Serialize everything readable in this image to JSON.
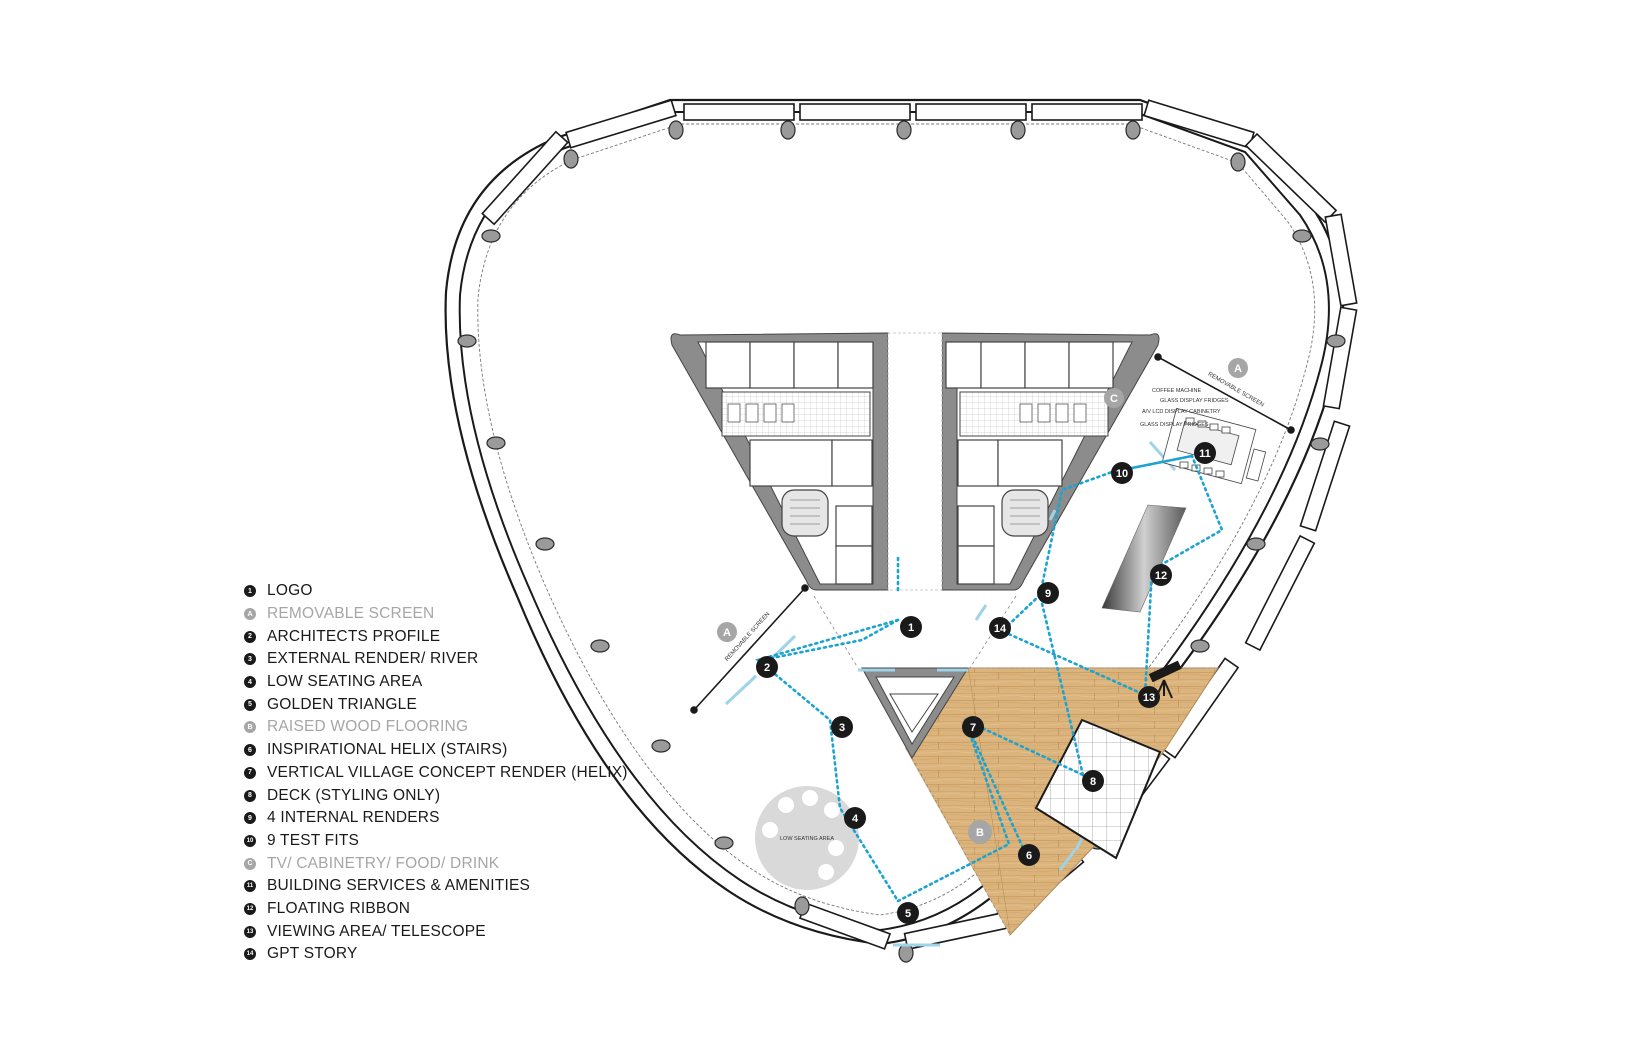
{
  "legend": [
    {
      "marker": "1",
      "label": "LOGO",
      "muted": false
    },
    {
      "marker": "A",
      "label": "REMOVABLE SCREEN",
      "muted": true
    },
    {
      "marker": "2",
      "label": "ARCHITECTS PROFILE",
      "muted": false
    },
    {
      "marker": "3",
      "label": "EXTERNAL RENDER/ RIVER",
      "muted": false
    },
    {
      "marker": "4",
      "label": "LOW SEATING AREA",
      "muted": false
    },
    {
      "marker": "5",
      "label": "GOLDEN TRIANGLE",
      "muted": false
    },
    {
      "marker": "B",
      "label": "RAISED WOOD FLOORING",
      "muted": true
    },
    {
      "marker": "6",
      "label": "INSPIRATIONAL HELIX (STAIRS)",
      "muted": false
    },
    {
      "marker": "7",
      "label": "VERTICAL VILLAGE CONCEPT RENDER (HELIX)",
      "muted": false
    },
    {
      "marker": "8",
      "label": "DECK (STYLING ONLY)",
      "muted": false
    },
    {
      "marker": "9",
      "label": "4 INTERNAL RENDERS",
      "muted": false
    },
    {
      "marker": "10",
      "label": "9 TEST FITS",
      "muted": false
    },
    {
      "marker": "C",
      "label": "TV/ CABINETRY/ FOOD/ DRINK",
      "muted": true
    },
    {
      "marker": "11",
      "label": "BUILDING SERVICES & AMENITIES",
      "muted": false
    },
    {
      "marker": "12",
      "label": "FLOATING RIBBON",
      "muted": false
    },
    {
      "marker": "13",
      "label": "VIEWING AREA/ TELESCOPE",
      "muted": false
    },
    {
      "marker": "14",
      "label": "GPT STORY",
      "muted": false
    }
  ],
  "plan": {
    "stops": [
      "1",
      "2",
      "3",
      "4",
      "5",
      "6",
      "7",
      "8",
      "9",
      "10",
      "11",
      "12",
      "13",
      "14"
    ],
    "zones": [
      "A",
      "A",
      "B",
      "C"
    ],
    "labels": {
      "low_seating": "LOW SEATING AREA",
      "removable_screen_left": "REMOVABLE SCREEN",
      "removable_screen_right": "REMOVABLE SCREEN",
      "coffee_machine": "COFFEE MACHINE",
      "glass_display_1": "GLASS DISPLAY FRIDGES",
      "av_display": "A/V LCD DISPLAY CABINETRY",
      "glass_display_2": "GLASS DISPLAY FRIDGES"
    }
  },
  "colors": {
    "path": "#1ba3d1",
    "marker": "#1a1a1a",
    "muted": "#a6a6a6",
    "wood": "#d9b27c",
    "core": "#8c8c8c"
  }
}
